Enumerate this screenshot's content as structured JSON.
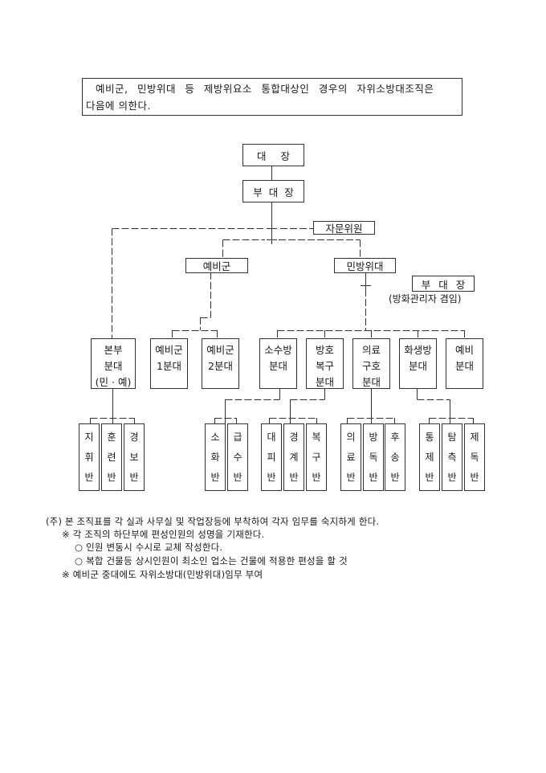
{
  "notice": {
    "line1": "예비군, 민방위대 등 제방위요소 통합대상인 경우의 자위소방대조직은",
    "line2": "다음에 의한다."
  },
  "org_chart": {
    "commander": "대  장",
    "vice_commander": "부 대 장",
    "advisory": "자문위원",
    "reserve_forces": "예비군",
    "civil_defense": "민방위대",
    "civil_vice": {
      "label": "부 대 장",
      "note": "(방화관리자 겸임)"
    },
    "squads": [
      {
        "lines": [
          "본부",
          "분대",
          "(민 · 예)"
        ]
      },
      {
        "lines": [
          "예비군",
          "1분대"
        ]
      },
      {
        "lines": [
          "예비군",
          "2분대"
        ]
      },
      {
        "lines": [
          "소수방",
          "분대"
        ]
      },
      {
        "lines": [
          "방호",
          "복구",
          "분대"
        ]
      },
      {
        "lines": [
          "의료",
          "구호",
          "분대"
        ]
      },
      {
        "lines": [
          "화생방",
          "분대"
        ]
      },
      {
        "lines": [
          "예비",
          "분대"
        ]
      }
    ],
    "teams": [
      {
        "lines": [
          "지",
          "휘",
          "반"
        ]
      },
      {
        "lines": [
          "훈",
          "련",
          "반"
        ]
      },
      {
        "lines": [
          "경",
          "보",
          "반"
        ]
      },
      {
        "lines": [
          "소",
          "화",
          "반"
        ]
      },
      {
        "lines": [
          "급",
          "수",
          "반"
        ]
      },
      {
        "lines": [
          "대",
          "피",
          "반"
        ]
      },
      {
        "lines": [
          "경",
          "계",
          "반"
        ]
      },
      {
        "lines": [
          "복",
          "구",
          "반"
        ]
      },
      {
        "lines": [
          "의",
          "료",
          "반"
        ]
      },
      {
        "lines": [
          "방",
          "독",
          "반"
        ]
      },
      {
        "lines": [
          "후",
          "송",
          "반"
        ]
      },
      {
        "lines": [
          "통",
          "제",
          "반"
        ]
      },
      {
        "lines": [
          "탐",
          "측",
          "반"
        ]
      },
      {
        "lines": [
          "제",
          "독",
          "반"
        ]
      }
    ]
  },
  "footnotes": [
    "(주) 본 조직표를 각 실과 사무실 및 작업장등에 부착하여 각자 임무를 숙지하게 한다.",
    "※ 각 조직의 하단부에 편성인원의 성명을 기재한다.",
    "○ 인원 변동시 수시로 교체 작성한다.",
    "○ 복합 건물등 상시인원이 최소인 업소는 건물에 적용한 편성을 할 것",
    "※ 예비군 중대에도 자위소방대(민방위대)임무 부여"
  ]
}
